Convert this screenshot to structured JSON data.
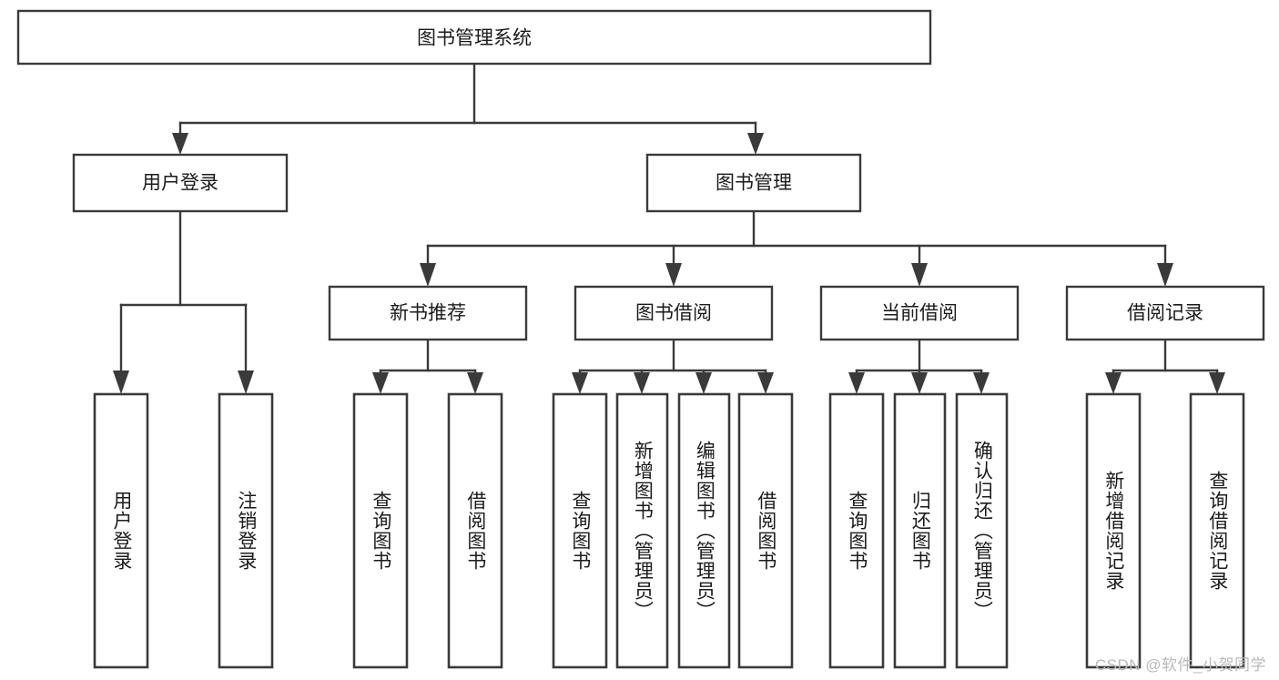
{
  "diagram": {
    "type": "hierarchy-tree",
    "title": "图书管理系统",
    "watermark": "CSDN @软件_小贺同学",
    "colors": {
      "stroke": "#3a3a3a",
      "fill": "#ffffff",
      "text": "#1b1b1b",
      "watermark": "#b9b9b9"
    },
    "root": {
      "label": "图书管理系统"
    },
    "level2": [
      {
        "label": "用户登录"
      },
      {
        "label": "图书管理"
      }
    ],
    "level3": [
      {
        "label": "新书推荐"
      },
      {
        "label": "图书借阅"
      },
      {
        "label": "当前借阅"
      },
      {
        "label": "借阅记录"
      }
    ],
    "leaves": {
      "user_login": [
        {
          "label": "用户登录"
        },
        {
          "label": "注销登录"
        }
      ],
      "new_book": [
        {
          "label": "查询图书"
        },
        {
          "label": "借阅图书"
        }
      ],
      "borrow_book": [
        {
          "label": "查询图书"
        },
        {
          "label": "新增图书（管理员）"
        },
        {
          "label": "编辑图书（管理员）"
        },
        {
          "label": "借阅图书"
        }
      ],
      "current_borrow": [
        {
          "label": "查询图书"
        },
        {
          "label": "归还图书"
        },
        {
          "label": "确认归还（管理员）"
        }
      ],
      "borrow_record": [
        {
          "label": "新增借阅记录"
        },
        {
          "label": "查询借阅记录"
        }
      ]
    }
  }
}
